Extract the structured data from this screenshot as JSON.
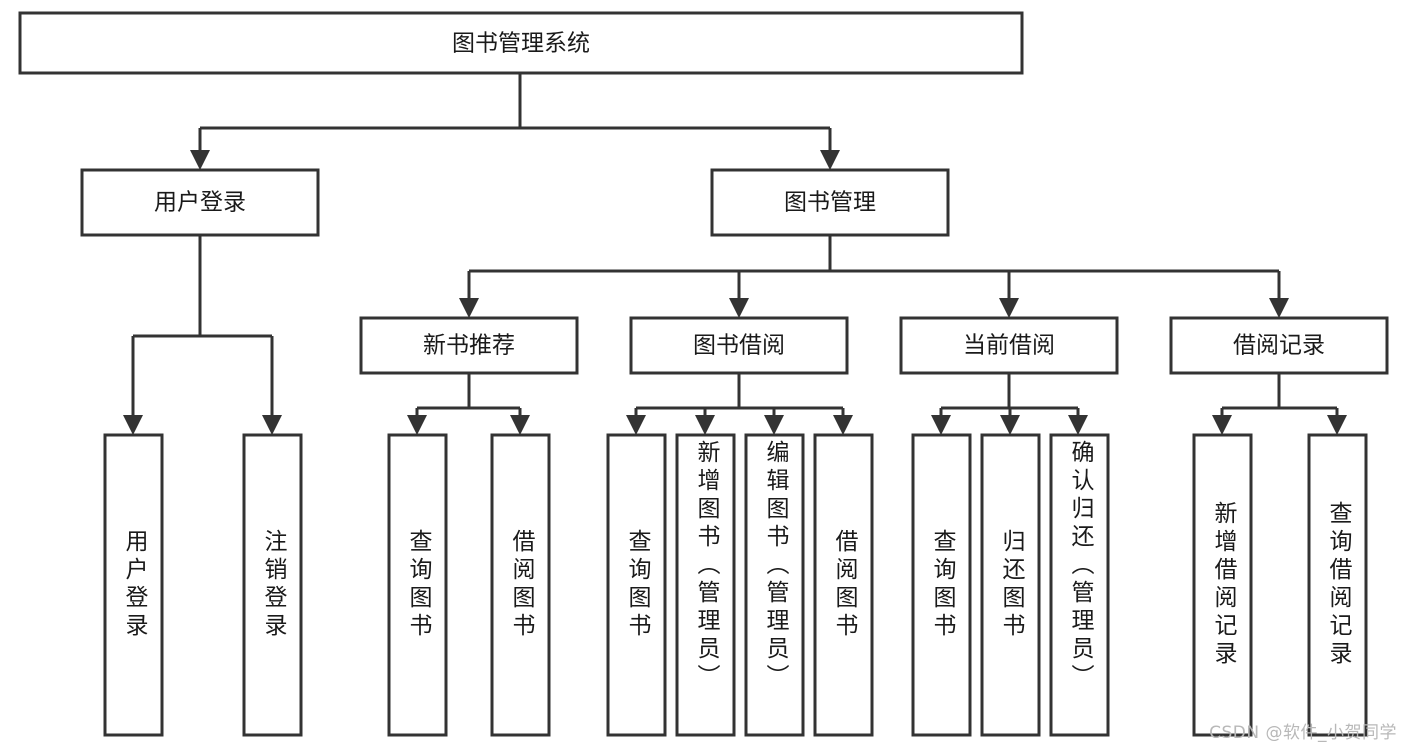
{
  "diagram": {
    "type": "tree-hierarchy",
    "title": "图书管理系统",
    "orientation": "top-down",
    "watermark": "CSDN @软件_小贺同学",
    "colors": {
      "stroke": "#333333",
      "box_fill": "#ffffff",
      "text": "#1a1a1a",
      "background": "#ffffff",
      "watermark": "#b8b8b8"
    },
    "root": {
      "label": "图书管理系统"
    },
    "level2": [
      {
        "label": "用户登录"
      },
      {
        "label": "图书管理"
      }
    ],
    "level3": [
      {
        "label": "新书推荐"
      },
      {
        "label": "图书借阅"
      },
      {
        "label": "当前借阅"
      },
      {
        "label": "借阅记录"
      }
    ],
    "leaves": {
      "user_login": [
        {
          "label": "用户登录"
        },
        {
          "label": "注销登录"
        }
      ],
      "new_book_recommend": [
        {
          "label": "查询图书"
        },
        {
          "label": "借阅图书"
        }
      ],
      "book_borrow": [
        {
          "label": "查询图书"
        },
        {
          "label": "新增图书（管理员）"
        },
        {
          "label": "编辑图书（管理员）"
        },
        {
          "label": "借阅图书"
        }
      ],
      "current_borrow": [
        {
          "label": "查询图书"
        },
        {
          "label": "归还图书"
        },
        {
          "label": "确认归还（管理员）"
        }
      ],
      "borrow_record": [
        {
          "label": "新增借阅记录"
        },
        {
          "label": "查询借阅记录"
        }
      ]
    }
  }
}
